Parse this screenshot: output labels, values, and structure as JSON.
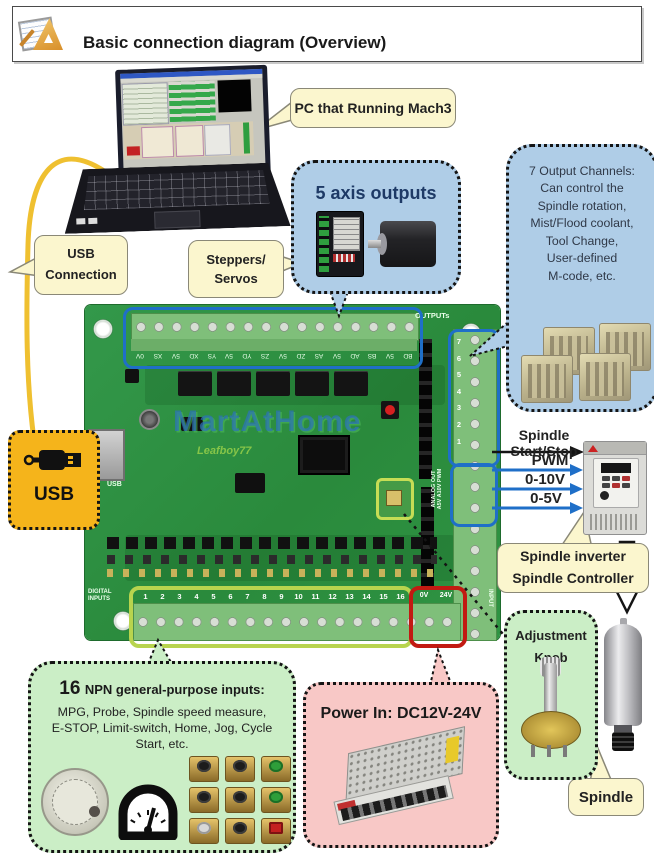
{
  "header": {
    "title": "Basic connection diagram (Overview)",
    "icon": "drafting-tools-icon"
  },
  "callouts": {
    "pc": "PC that Running Mach3",
    "usb_connection": [
      "USB",
      "Connection"
    ],
    "steppers": [
      "Steppers/",
      "Servos"
    ],
    "five_axis": "5 axis outputs",
    "output_channels": [
      "7 Output Channels:",
      "Can control the",
      "Spindle rotation,",
      "Mist/Flood coolant,",
      "Tool Change,",
      "User-defined",
      "M-code, etc."
    ],
    "spindle_inverter": [
      "Spindle inverter",
      "Spindle Controller"
    ],
    "adjustment_knob": [
      "Adjustment",
      "Knob"
    ],
    "spindle": "Spindle",
    "power_in": "Power In: DC12V-24V",
    "usb_box": "USB",
    "inputs_num": "16",
    "inputs_title": "NPN general-purpose inputs:",
    "inputs_desc": [
      "MPG, Probe, Spindle speed measure,",
      "E-STOP, Limit-switch, Home, Jog, Cycle",
      "Start, etc."
    ]
  },
  "signals": {
    "start_stop": "Spindle Start/Stop",
    "pwm": "PWM",
    "v10": "0-10V",
    "v5": "0-5V"
  },
  "board": {
    "watermark": "MartAtHome",
    "watermark_sub": "Leafboy77",
    "outputs_silk": "OUTPUTs",
    "analog_silk": "ANALOG OUT",
    "analog_pins_silk": "A5V A10V PWM",
    "digital_silk": [
      "DIGITAL",
      "INPUTS"
    ],
    "input_silk": "INPUT",
    "usb_silk": "USB",
    "top_terminals": [
      "0V",
      "XS",
      "5V",
      "XD",
      "YS",
      "5V",
      "YD",
      "ZS",
      "5V",
      "ZD",
      "AS",
      "5V",
      "AD",
      "BS",
      "5V",
      "BD"
    ],
    "output_numbers": [
      "7",
      "6",
      "5",
      "4",
      "3",
      "2",
      "1"
    ],
    "input_numbers": [
      "1",
      "2",
      "3",
      "4",
      "5",
      "6",
      "7",
      "8",
      "9",
      "10",
      "11",
      "12",
      "13",
      "14",
      "15",
      "16"
    ],
    "power_pins": [
      "0V",
      "24V"
    ]
  },
  "colors": {
    "callout_yellow": "#FBF6CE",
    "bubble_blue": "#AFCDE7",
    "bubble_green": "#CBEEC6",
    "bubble_pink": "#F8C8C6",
    "highlight_blue": "#1F6FC8",
    "highlight_red": "#C21A12",
    "highlight_green": "#B8D44E",
    "usb_orange": "#F5B41B",
    "cable_yellow": "#EFC030",
    "pcb_green": "#2E9140"
  }
}
